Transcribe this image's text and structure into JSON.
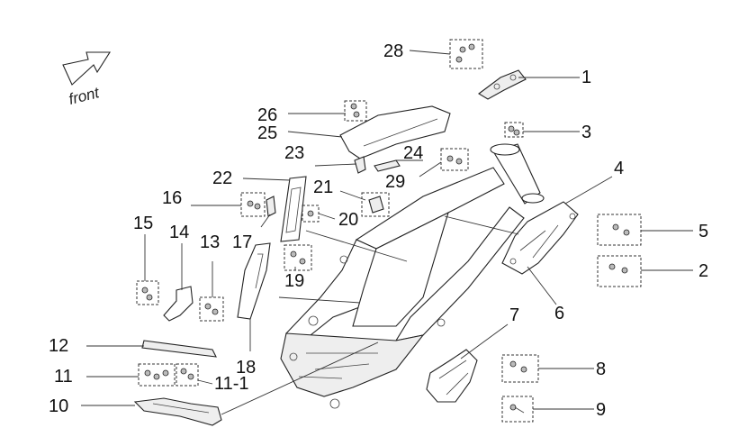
{
  "front_label": "front",
  "callouts": {
    "c1": "1",
    "c2": "2",
    "c3": "3",
    "c4": "4",
    "c5": "5",
    "c6": "6",
    "c7": "7",
    "c8": "8",
    "c9": "9",
    "c10": "10",
    "c11": "11",
    "c11_1": "11-1",
    "c12": "12",
    "c13": "13",
    "c14": "14",
    "c15": "15",
    "c16": "16",
    "c17": "17",
    "c18": "18",
    "c19": "19",
    "c20": "20",
    "c21": "21",
    "c22": "22",
    "c23": "23",
    "c24": "24",
    "c25": "25",
    "c26": "26",
    "c28": "28",
    "c29": "29"
  },
  "colors": {
    "line": "#222222",
    "fill": "#ffffff",
    "shade": "#eeeeee"
  }
}
